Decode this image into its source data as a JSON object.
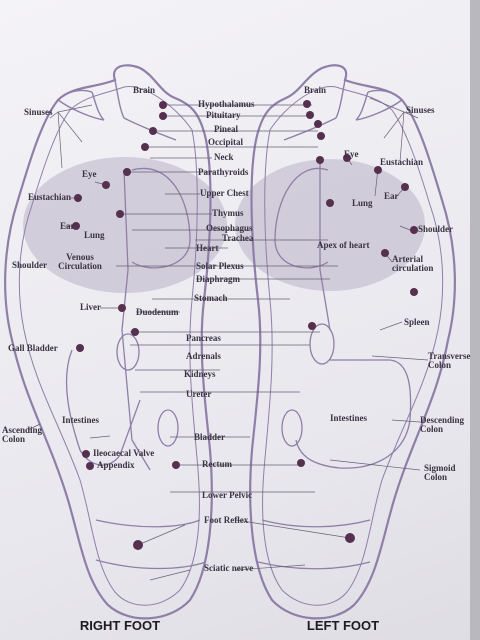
{
  "titles": {
    "right": "RIGHT FOOT",
    "left": "LEFT FOOT"
  },
  "colors": {
    "outline": "#8f7fa8",
    "point": "#55304f",
    "leader": "#6a6078",
    "shade": "#b9b2c6"
  },
  "labels": {
    "sinuses_r": "Sinuses",
    "brain_r": "Brain",
    "hypothalamus": "Hypothalamus",
    "pituitary": "Pituitary",
    "pineal": "Pineal",
    "occipital": "Occipital",
    "neck": "Neck",
    "parathyroids": "Parathyroids",
    "eye_r": "Eye",
    "eustachian_r": "Eustachian",
    "upper_chest": "Upper Chest",
    "thymus": "Thymus",
    "ear_r": "Ear",
    "lung_r": "Lung",
    "oesophagus": "Oesophagus",
    "trachea": "Trachea",
    "heart": "Heart",
    "shoulder_r": "Shoulder",
    "venous_circulation": "Venous\nCirculation",
    "solar_plexus": "Solar Plexus",
    "diaphragm": "Diaphragm",
    "stomach": "Stomach",
    "liver": "Liver",
    "duodenum": "Duodenum",
    "gall_bladder": "Gall Bladder",
    "pancreas": "Pancreas",
    "adrenals": "Adrenals",
    "kidneys": "Kidneys",
    "ureter": "Ureter",
    "ascending_colon": "Ascending\nColon",
    "intestines_r": "Intestines",
    "bladder": "Bladder",
    "ileocaecal_valve": "Ileocaecal Valve",
    "appendix": "Appendix",
    "rectum": "Rectum",
    "lower_pelvic": "Lower Pelvic",
    "foot_reflex": "Foot Reflex",
    "sciatic_nerve": "Sciatic nerve",
    "brain_l": "Brain",
    "sinuses_l": "Sinuses",
    "eye_l": "Eye",
    "eustachian_l": "Eustachian",
    "ear_l": "Ear",
    "lung_l": "Lung",
    "shoulder_l": "Shoulder",
    "apex_of_heart": "Apex of heart",
    "arterial_circulation": "Arterial\ncirculation",
    "spleen": "Spleen",
    "transverse_colon": "Transverse\nColon",
    "intestines_l": "Intestines",
    "descending_colon": "Descending\nColon",
    "sigmoid_colon": "Sigmoid\nColon"
  }
}
